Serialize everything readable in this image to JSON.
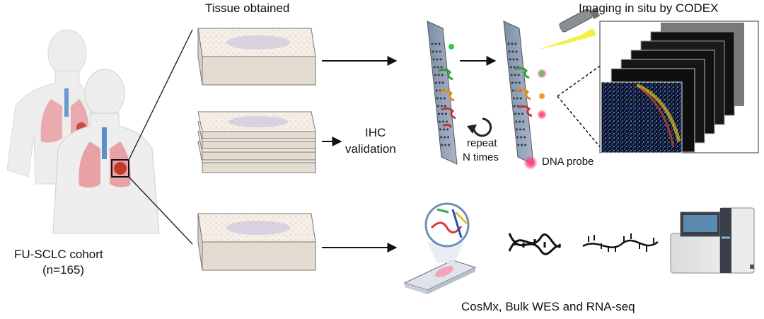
{
  "labels": {
    "tissue_obtained": "Tissue obtained",
    "imaging": "Imaging in situ by CODEX",
    "ihc_line1": "IHC",
    "ihc_line2": "validation",
    "repeat_line1": "repeat",
    "repeat_line2": "N times",
    "dna_probe": "DNA probe",
    "cohort_line1": "FU-SCLC cohort",
    "cohort_line2": "(n=165)",
    "bottom_caption": "CosMx, Bulk WES and RNA-seq"
  },
  "colors": {
    "slab_top": "#f6efe6",
    "slab_side": "#e4dcd1",
    "slide_blue": "#8d9db5",
    "lung_pink": "#e7a2a6",
    "tumor_red": "#c0392b",
    "bronchi_blue": "#5b8fc9",
    "probe_pink": "#ff3e7a",
    "laser_yellow": "#f3ee2c"
  }
}
